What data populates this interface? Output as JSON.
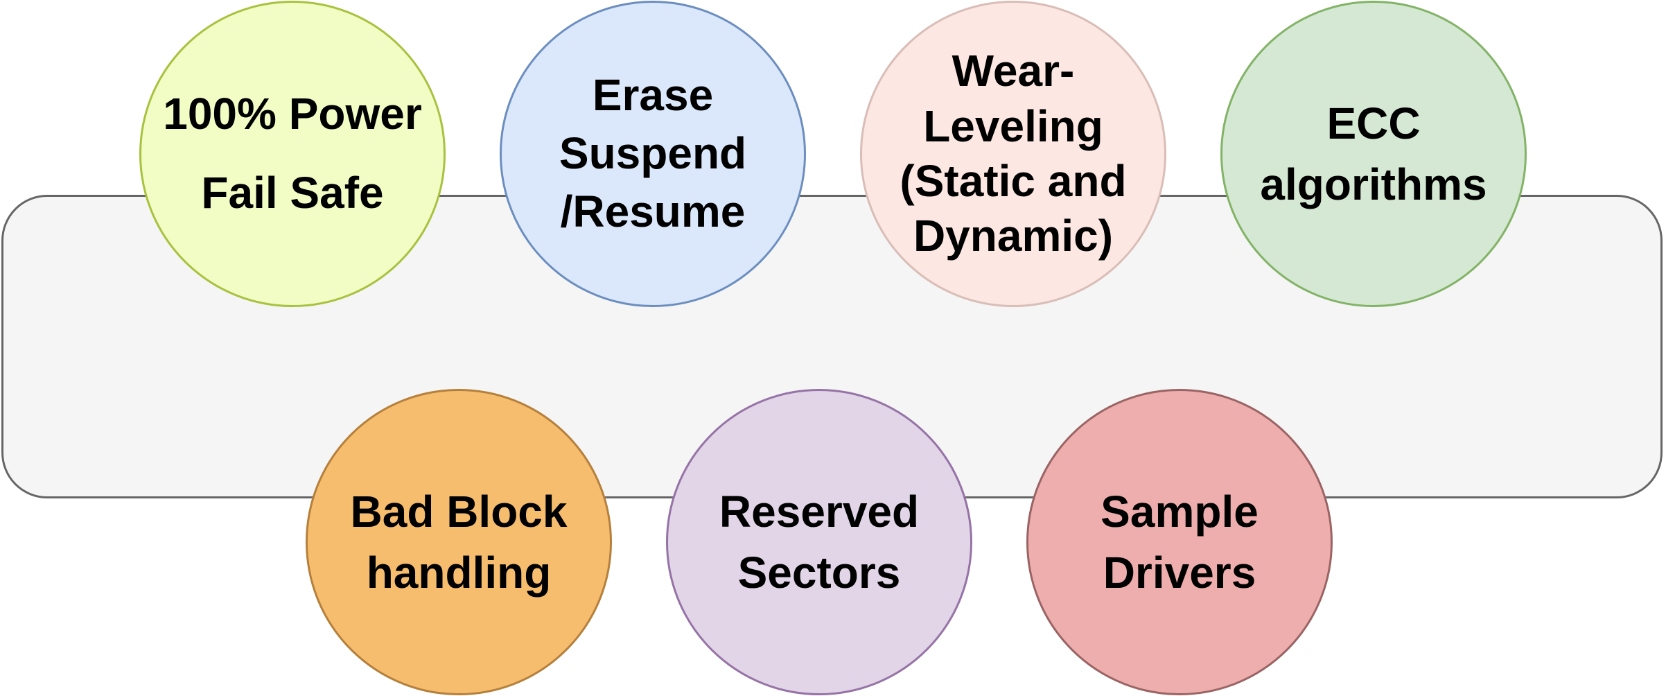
{
  "features": [
    {
      "id": "power",
      "label": "100% Power\nFail Safe",
      "fill": "#f2fcc5",
      "stroke": "#a8c23f"
    },
    {
      "id": "erase",
      "label": "Erase\nSuspend\n/Resume",
      "fill": "#dbe8fb",
      "stroke": "#6c8ebf"
    },
    {
      "id": "wear",
      "label": "Wear-\nLeveling\n(Static and\nDynamic)",
      "fill": "#fde7e2",
      "stroke": "#d9bdb7"
    },
    {
      "id": "ecc",
      "label": "ECC\nalgorithms",
      "fill": "#d5e8d4",
      "stroke": "#82b366"
    },
    {
      "id": "bad",
      "label": "Bad Block\nhandling",
      "fill": "#f7bd6e",
      "stroke": "#b5803c"
    },
    {
      "id": "reserve",
      "label": "Reserved\nSectors",
      "fill": "#e1d5e7",
      "stroke": "#9673a6"
    },
    {
      "id": "sample",
      "label": "Sample\nDrivers",
      "fill": "#efaeae",
      "stroke": "#9a6464"
    }
  ],
  "band": {
    "fill": "#f5f5f5",
    "stroke": "#666666"
  }
}
